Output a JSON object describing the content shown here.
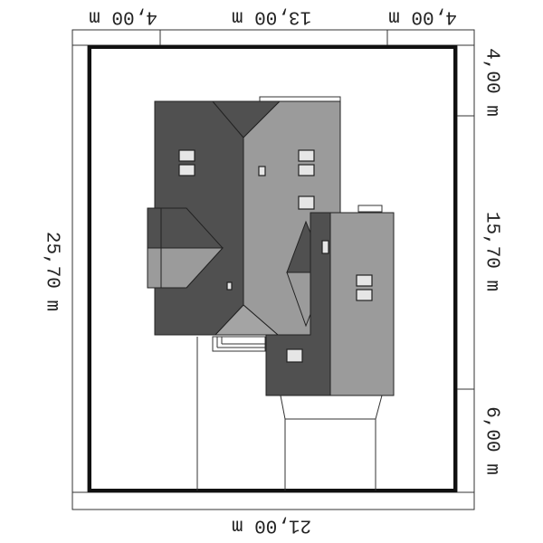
{
  "dimensions": {
    "top_left": "4,00 m",
    "top_middle": "13,00 m",
    "top_right": "4,00 m",
    "bottom": "21,00 m",
    "left": "25,70 m",
    "right_top": "4,00 m",
    "right_middle": "15,70 m",
    "right_bottom": "6,00 m"
  },
  "colors": {
    "roof_dark": "#505050",
    "roof_medium": "#9b9b9b",
    "roof_light": "#a4a4a4",
    "plot_border": "#111111",
    "window": "#e6e6e6",
    "line": "#222222"
  }
}
